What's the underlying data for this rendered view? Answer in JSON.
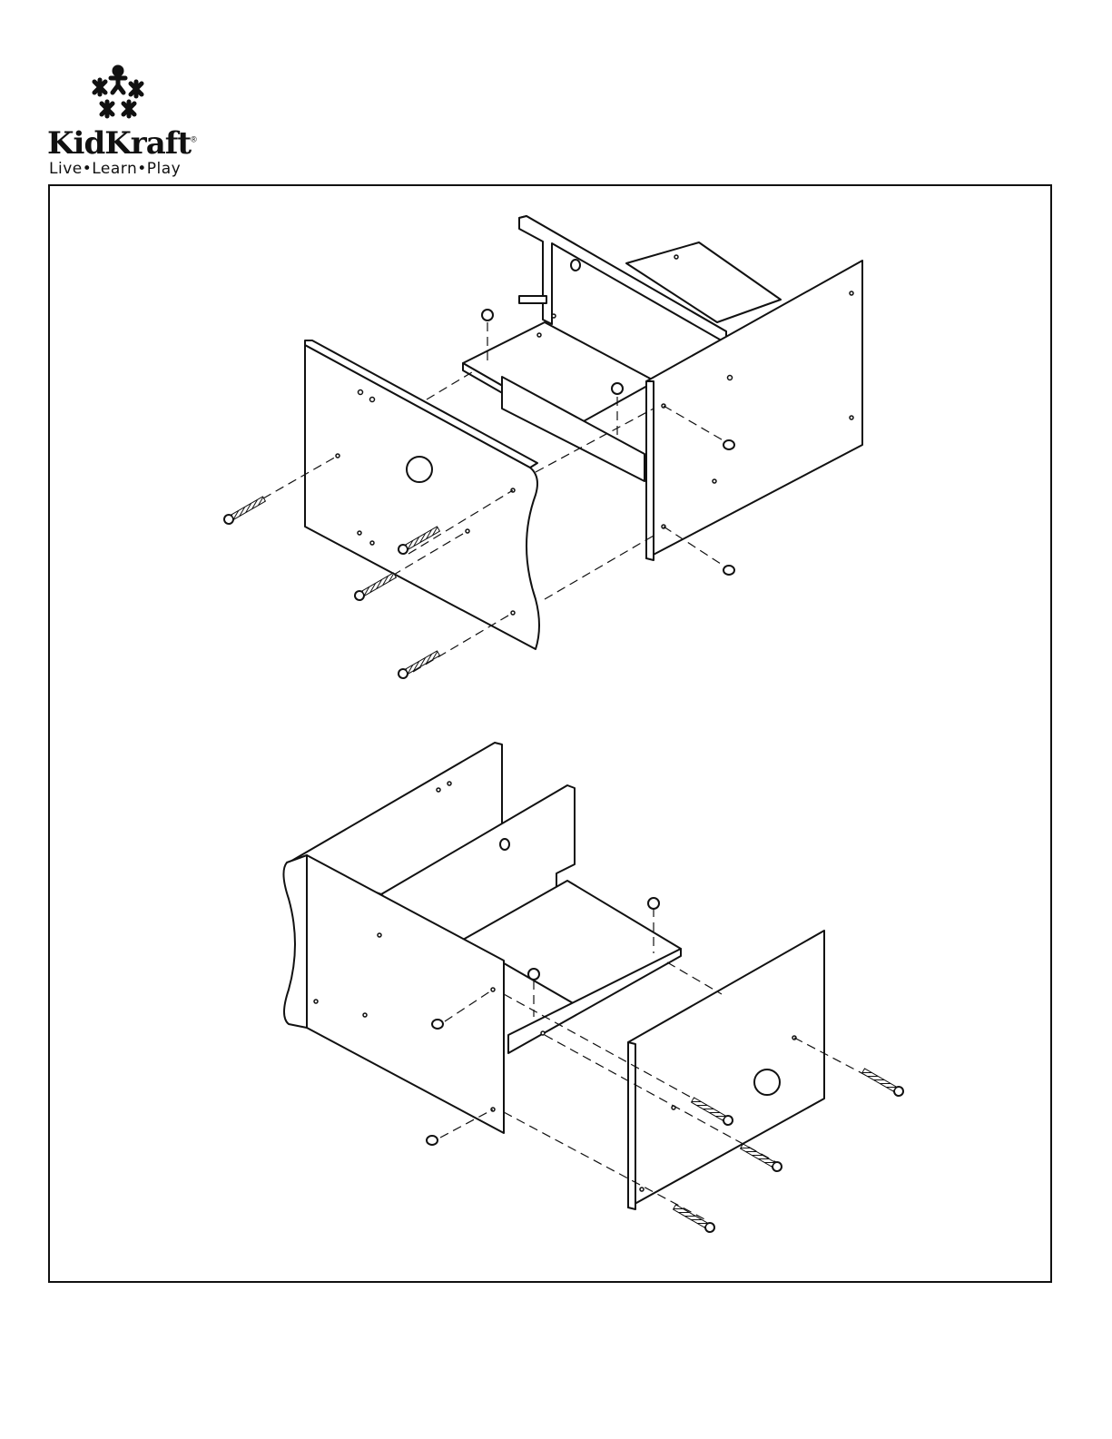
{
  "brand": {
    "name": "KidKraft",
    "registered_mark": "®",
    "tagline": "Live•Learn•Play",
    "logo_icon": "five-stick-figures-stars-icon"
  },
  "figures": [
    {
      "id": "step-a",
      "description_icon": "exploded-assembly-side-panel-left"
    },
    {
      "id": "step-b",
      "description_icon": "exploded-assembly-side-panel-right"
    }
  ]
}
